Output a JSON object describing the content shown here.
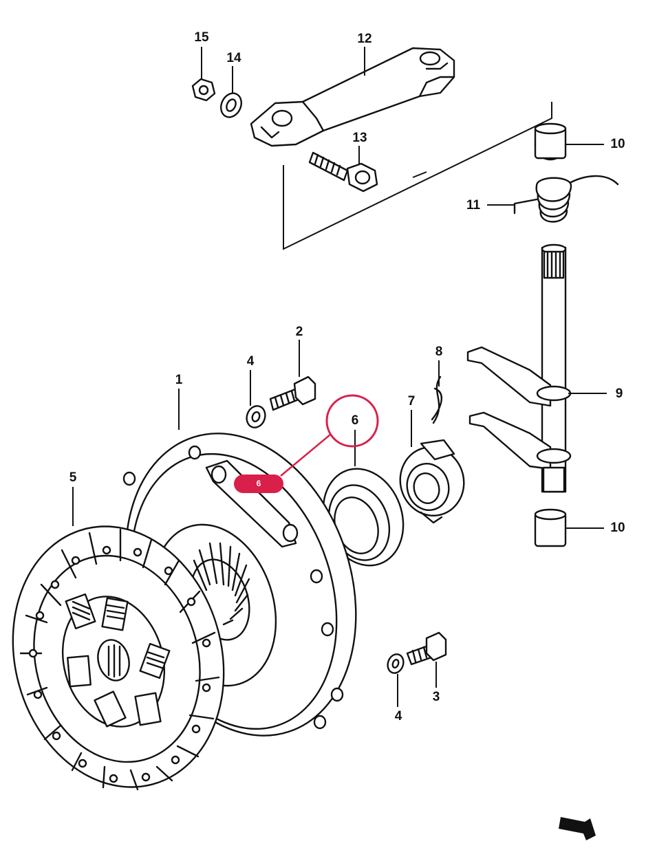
{
  "diagram": {
    "labels": {
      "l1": "1",
      "l2": "2",
      "l3": "3",
      "l4a": "4",
      "l4b": "4",
      "l5": "5",
      "l6": "6",
      "l7": "7",
      "l8": "8",
      "l9": "9",
      "l10a": "10",
      "l10b": "10",
      "l11": "11",
      "l12": "12",
      "l13": "13",
      "l14": "14",
      "l15": "15"
    },
    "highlight": {
      "circled_label": "6",
      "badge_text": "6",
      "color": "#d8204a"
    }
  }
}
